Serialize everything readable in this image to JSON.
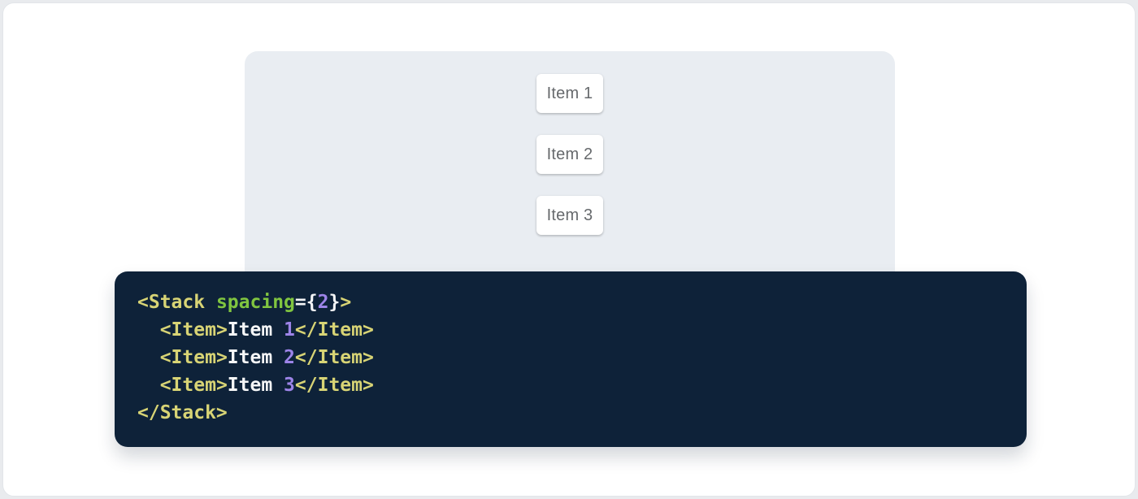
{
  "page": {
    "outer_background": "#e9ebee",
    "surface_background": "#ffffff",
    "surface_border": "#e2e5e9"
  },
  "demo": {
    "background": "#e9edf2",
    "item_background": "#ffffff",
    "item_text_color": "#66696c",
    "items": [
      {
        "label": "Item 1"
      },
      {
        "label": "Item 2"
      },
      {
        "label": "Item 3"
      }
    ]
  },
  "code_block": {
    "background": "#0e2239",
    "token_colors": {
      "tag": "#d8d475",
      "attr": "#80c540",
      "number": "#9d84e8",
      "plain": "#f5f6f7"
    },
    "lines": [
      [
        {
          "t": "<Stack",
          "c": "tag"
        },
        {
          "t": " ",
          "c": "plain"
        },
        {
          "t": "spacing",
          "c": "attr"
        },
        {
          "t": "={",
          "c": "plain"
        },
        {
          "t": "2",
          "c": "number"
        },
        {
          "t": "}",
          "c": "plain"
        },
        {
          "t": ">",
          "c": "tag"
        }
      ],
      [
        {
          "t": "  ",
          "c": "plain"
        },
        {
          "t": "<Item>",
          "c": "tag"
        },
        {
          "t": "Item ",
          "c": "plain"
        },
        {
          "t": "1",
          "c": "number"
        },
        {
          "t": "</Item>",
          "c": "tag"
        }
      ],
      [
        {
          "t": "  ",
          "c": "plain"
        },
        {
          "t": "<Item>",
          "c": "tag"
        },
        {
          "t": "Item ",
          "c": "plain"
        },
        {
          "t": "2",
          "c": "number"
        },
        {
          "t": "</Item>",
          "c": "tag"
        }
      ],
      [
        {
          "t": "  ",
          "c": "plain"
        },
        {
          "t": "<Item>",
          "c": "tag"
        },
        {
          "t": "Item ",
          "c": "plain"
        },
        {
          "t": "3",
          "c": "number"
        },
        {
          "t": "</Item>",
          "c": "tag"
        }
      ],
      [
        {
          "t": "</Stack>",
          "c": "tag"
        }
      ]
    ]
  }
}
